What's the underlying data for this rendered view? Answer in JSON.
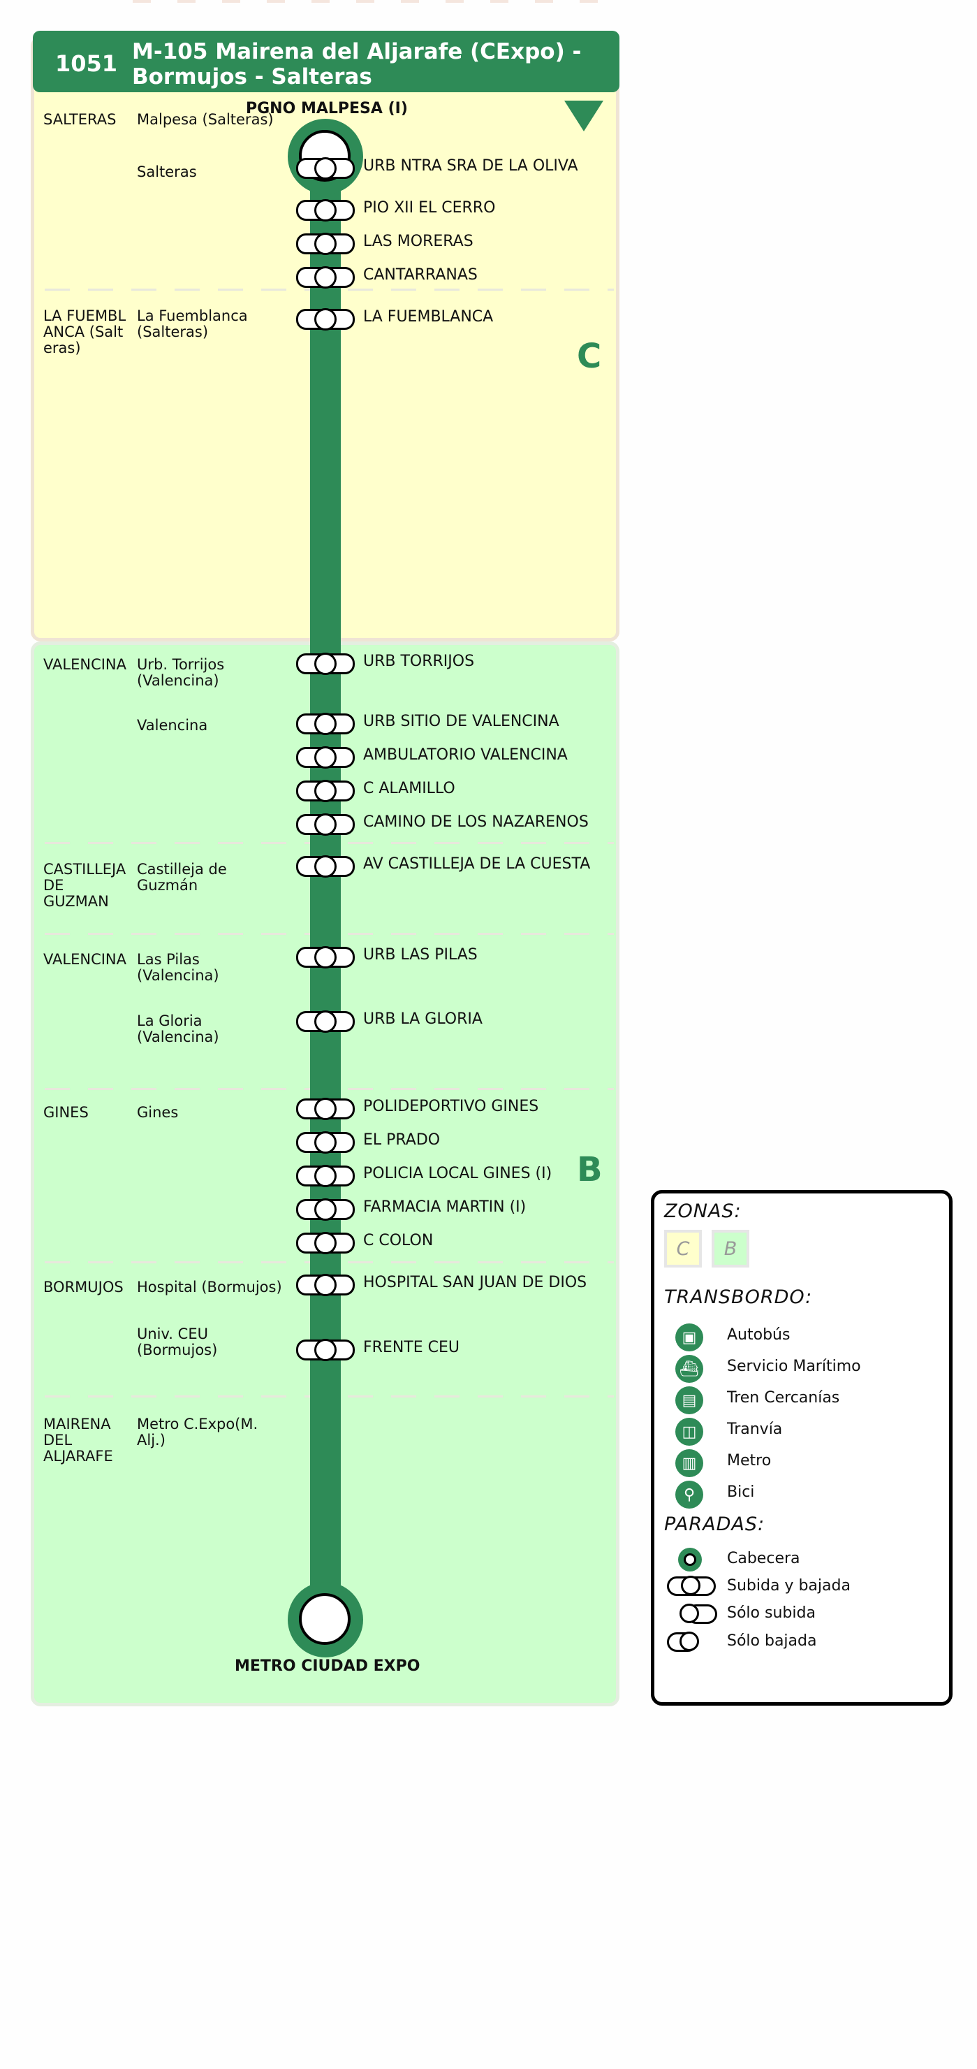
{
  "header": {
    "line_code": "1051",
    "title": "M-105 Mairena del Aljarafe (CExpo) - Bormujos - Salteras"
  },
  "terminals": {
    "start": "PGNO MALPESA (I)",
    "end": "METRO CIUDAD EXPO"
  },
  "zones": {
    "c": "C",
    "b": "B"
  },
  "municipalities": [
    {
      "name": "SALTERAS"
    },
    {
      "name": "LA FUEMBLANCA (Salteras)"
    },
    {
      "name": "VALENCINA"
    },
    {
      "name": "CASTILLEJA DE GUZMAN"
    },
    {
      "name": "VALENCINA"
    },
    {
      "name": "GINES"
    },
    {
      "name": "BORMUJOS"
    },
    {
      "name": "MAIRENA DEL ALJARAFE"
    }
  ],
  "localities": [
    "Malpesa (Salteras)",
    "Salteras",
    "La Fuemblanca (Salteras)",
    "Urb. Torrijos (Valencina)",
    "Valencina",
    "Castilleja de Guzmán",
    "Las Pilas (Valencina)",
    "La Gloria (Valencina)",
    "Gines",
    "Hospital (Bormujos)",
    "Univ. CEU (Bormujos)",
    "Metro C.Expo(M. Alj.)"
  ],
  "stops": [
    "URB NTRA SRA DE LA OLIVA",
    "PIO XII EL CERRO",
    "LAS MORERAS",
    "CANTARRANAS",
    "LA FUEMBLANCA",
    "URB TORRIJOS",
    "URB  SITIO DE VALENCINA",
    "AMBULATORIO VALENCINA",
    "C  ALAMILLO",
    "CAMINO DE LOS NAZARENOS",
    "AV CASTILLEJA DE LA CUESTA",
    "URB LAS PILAS",
    "URB LA GLORIA",
    "POLIDEPORTIVO GINES",
    "EL PRADO",
    "POLICIA LOCAL GINES (I)",
    "FARMACIA MARTIN (I)",
    "C COLON",
    "HOSPITAL SAN JUAN DE DIOS",
    "FRENTE CEU"
  ],
  "legend": {
    "zones_title": "ZONAS:",
    "zone_c": "C",
    "zone_b": "B",
    "transfer_title": "TRANSBORDO:",
    "transfers": [
      {
        "label": "Autobús",
        "icon": "bus-icon"
      },
      {
        "label": "Servicio Marítimo",
        "icon": "ferry-icon"
      },
      {
        "label": "Tren Cercanías",
        "icon": "train-icon"
      },
      {
        "label": "Tranvía",
        "icon": "tram-icon"
      },
      {
        "label": "Metro",
        "icon": "metro-icon"
      },
      {
        "label": "Bici",
        "icon": "bike-icon"
      }
    ],
    "stops_title": "PARADAS:",
    "stop_types": [
      {
        "label": "Cabecera"
      },
      {
        "label": "Subida y bajada"
      },
      {
        "label": "Sólo subida"
      },
      {
        "label": "Sólo bajada"
      }
    ]
  },
  "colors": {
    "line": "#2e8b57",
    "zone_c": "#ffffcc",
    "zone_b": "#ccffcc"
  }
}
